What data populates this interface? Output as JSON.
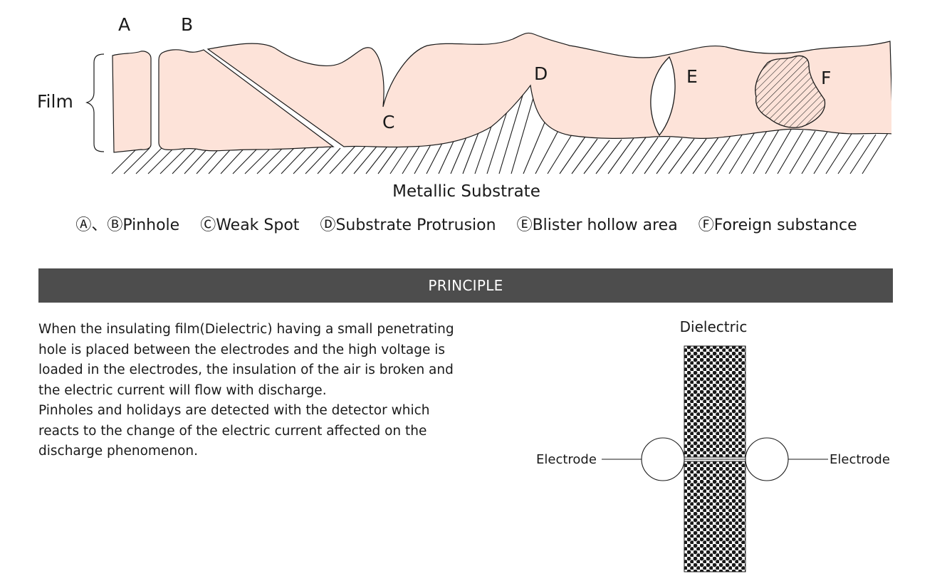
{
  "film_diagram": {
    "film_label": "Film",
    "point_labels": {
      "a": "A",
      "b": "B",
      "c": "C",
      "d": "D",
      "e": "E",
      "f": "F"
    },
    "substrate_label": "Metallic Substrate",
    "legend": [
      "Ⓐ、ⒷPinhole",
      "ⒸWeak Spot",
      "ⒹSubstrate Protrusion",
      "ⒺBlister hollow area",
      "ⒻForeign substance"
    ],
    "colors": {
      "film": "#fde3d9",
      "line": "#1a1a1a"
    }
  },
  "principle": {
    "title": "PRINCIPLE",
    "paragraphs": [
      "When the insulating film(Dielectric) having a small penetrating hole is placed between the electrodes and the high voltage is loaded in the electrodes, the insulation of the air is broken and the electric current will flow with discharge.",
      "Pinholes and holidays are detected with the detector which reacts to the change of the electric current affected on the discharge phenomenon."
    ],
    "header_color": "#4d4d4d"
  },
  "dielectric_diagram": {
    "title": "Dielectric",
    "left_electrode": "Electrode",
    "right_electrode": "Electrode"
  }
}
